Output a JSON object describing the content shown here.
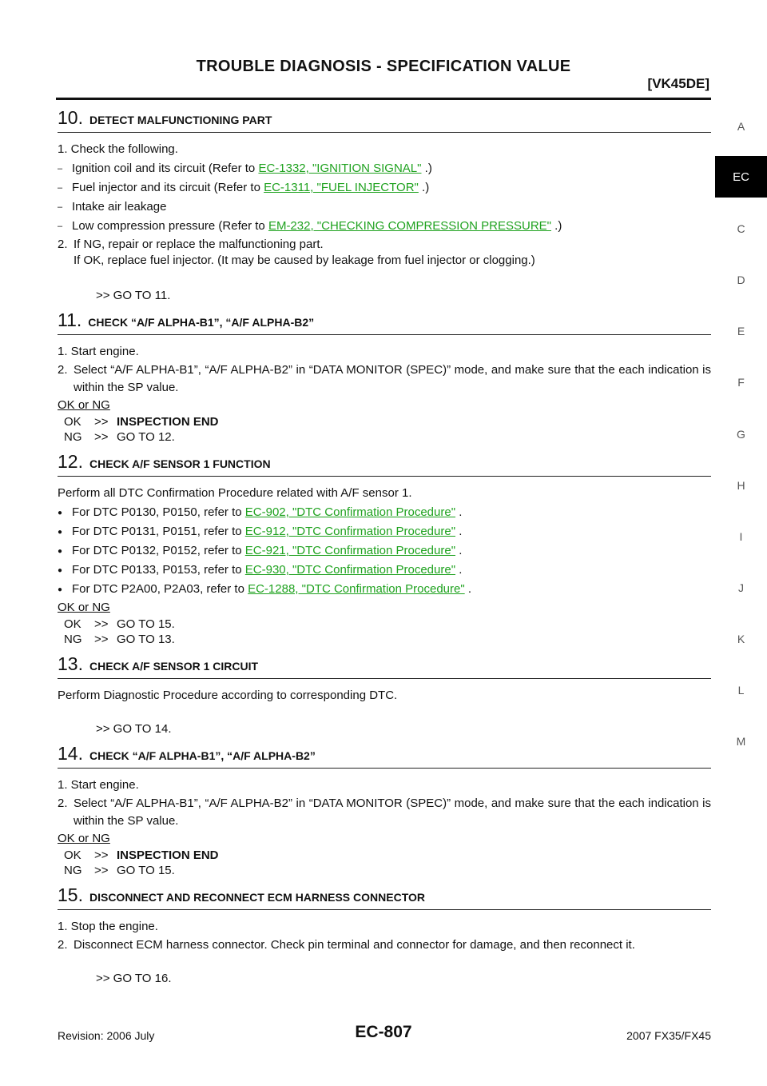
{
  "header": {
    "title": "TROUBLE DIAGNOSIS - SPECIFICATION VALUE",
    "model": "[VK45DE]"
  },
  "sidebar": {
    "letters": [
      "A",
      "C",
      "D",
      "E",
      "F",
      "G",
      "H",
      "I",
      "J",
      "K",
      "L",
      "M"
    ],
    "active": "EC"
  },
  "s10": {
    "num": "10.",
    "title": "DETECT MALFUNCTIONING PART",
    "l1": "1. Check the following.",
    "d1a": "Ignition coil and its circuit (Refer to ",
    "d1l": "EC-1332, \"IGNITION SIGNAL\"",
    "d1b": " .)",
    "d2a": "Fuel injector and its circuit (Refer to ",
    "d2l": "EC-1311, \"FUEL INJECTOR\"",
    "d2b": " .)",
    "d3": "Intake air leakage",
    "d4a": "Low compression pressure (Refer to ",
    "d4l": "EM-232, \"CHECKING COMPRESSION PRESSURE\"",
    "d4b": " .)",
    "l2n": "2.",
    "l2": "If NG, repair or replace the malfunctioning part.",
    "l3": "If OK, replace fuel injector. (It may be caused by leakage from fuel injector or clogging.)",
    "goto": ">> GO TO 11."
  },
  "s11": {
    "num": "11.",
    "title": "CHECK “A/F ALPHA-B1”, “A/F ALPHA-B2”",
    "l1": "1. Start engine.",
    "l2n": "2.",
    "l2": "Select “A/F ALPHA-B1”, “A/F ALPHA-B2” in “DATA MONITOR (SPEC)” mode, and make sure that the each indication is within the SP value.",
    "okng": "OK or NG",
    "ok_k": "OK",
    "ok_a": ">>",
    "ok_v": "INSPECTION END",
    "ng_k": "NG",
    "ng_a": ">>",
    "ng_v": "GO TO 12."
  },
  "s12": {
    "num": "12.",
    "title": "CHECK A/F SENSOR 1 FUNCTION",
    "intro": "Perform all DTC Confirmation Procedure related with A/F sensor 1.",
    "b1a": "For DTC P0130, P0150, refer to ",
    "b1l": "EC-902, \"DTC Confirmation Procedure\"",
    "b1b": " .",
    "b2a": "For DTC P0131, P0151, refer to ",
    "b2l": "EC-912, \"DTC Confirmation Procedure\"",
    "b2b": " .",
    "b3a": "For DTC P0132, P0152, refer to ",
    "b3l": "EC-921, \"DTC Confirmation Procedure\"",
    "b3b": " .",
    "b4a": "For DTC P0133, P0153, refer to ",
    "b4l": "EC-930, \"DTC Confirmation Procedure\"",
    "b4b": " .",
    "b5a": "For DTC P2A00, P2A03, refer to ",
    "b5l": "EC-1288, \"DTC Confirmation Procedure\"",
    "b5b": " .",
    "okng": "OK or NG",
    "ok_k": "OK",
    "ok_a": ">>",
    "ok_v": "GO TO 15.",
    "ng_k": "NG",
    "ng_a": ">>",
    "ng_v": "GO TO 13."
  },
  "s13": {
    "num": "13.",
    "title": "CHECK A/F SENSOR 1 CIRCUIT",
    "intro": "Perform Diagnostic Procedure according to corresponding DTC.",
    "goto": ">> GO TO 14."
  },
  "s14": {
    "num": "14.",
    "title": "CHECK “A/F ALPHA-B1”, “A/F ALPHA-B2”",
    "l1": "1. Start engine.",
    "l2n": "2.",
    "l2": "Select “A/F ALPHA-B1”, “A/F ALPHA-B2” in “DATA MONITOR (SPEC)” mode, and make sure that the each indication is within the SP value.",
    "okng": "OK or NG",
    "ok_k": "OK",
    "ok_a": ">>",
    "ok_v": "INSPECTION END",
    "ng_k": "NG",
    "ng_a": ">>",
    "ng_v": "GO TO 15."
  },
  "s15": {
    "num": "15.",
    "title": "DISCONNECT AND RECONNECT ECM HARNESS CONNECTOR",
    "l1": "1. Stop the engine.",
    "l2n": "2.",
    "l2": "Disconnect ECM harness connector. Check pin terminal and connector for damage, and then reconnect it.",
    "goto": ">> GO TO 16."
  },
  "footer": {
    "revision": "Revision: 2006 July",
    "page": "EC-807",
    "model": "2007 FX35/FX45"
  }
}
